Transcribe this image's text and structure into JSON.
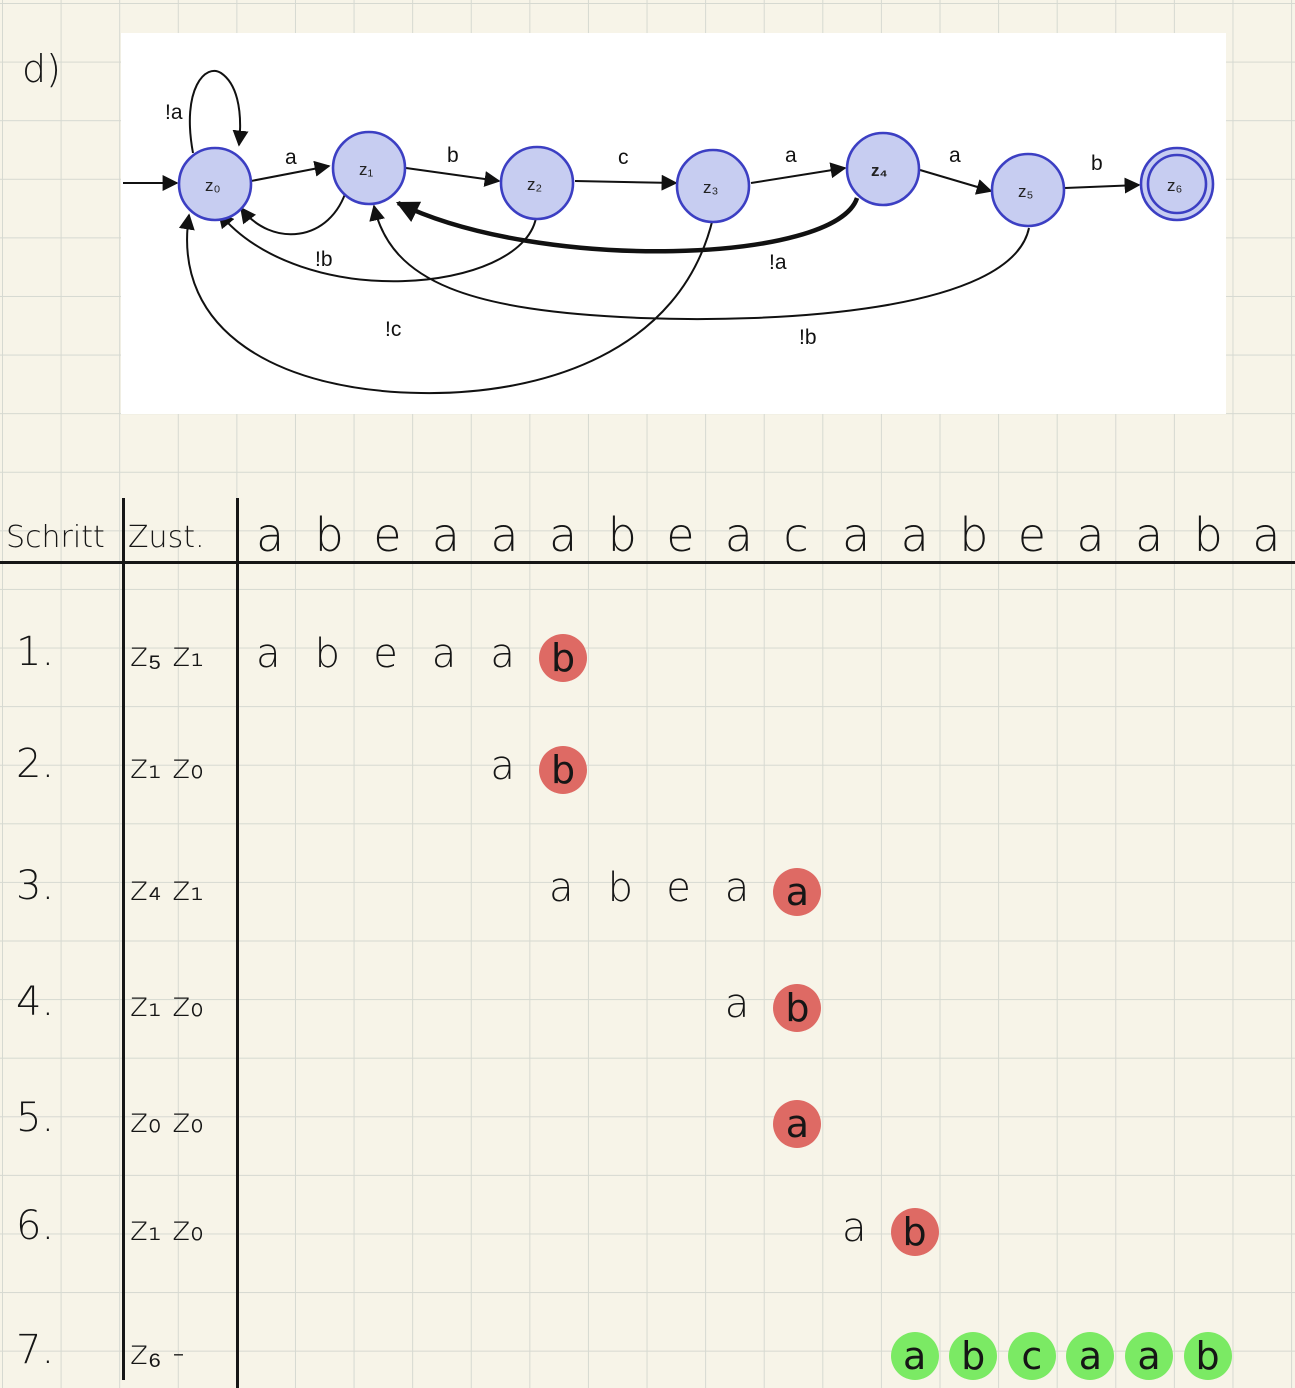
{
  "panel_label": "d)",
  "diagram": {
    "states": [
      {
        "id": "z0",
        "label": "z₀",
        "accepting": false
      },
      {
        "id": "z1",
        "label": "z₁",
        "accepting": false
      },
      {
        "id": "z2",
        "label": "z₂",
        "accepting": false
      },
      {
        "id": "z3",
        "label": "z₃",
        "accepting": false
      },
      {
        "id": "z4",
        "label": "z₄",
        "accepting": false
      },
      {
        "id": "z5",
        "label": "z₅",
        "accepting": false
      },
      {
        "id": "z6",
        "label": "z₆",
        "accepting": true
      }
    ],
    "transitions": [
      {
        "from": "z0",
        "to": "z0",
        "label": "!a"
      },
      {
        "from": "z0",
        "to": "z1",
        "label": "a"
      },
      {
        "from": "z1",
        "to": "z2",
        "label": "b"
      },
      {
        "from": "z2",
        "to": "z3",
        "label": "c"
      },
      {
        "from": "z3",
        "to": "z4",
        "label": "a"
      },
      {
        "from": "z4",
        "to": "z5",
        "label": "a"
      },
      {
        "from": "z5",
        "to": "z6",
        "label": "b"
      },
      {
        "from": "z1",
        "to": "z0",
        "label": "!b"
      },
      {
        "from": "z2",
        "to": "z0",
        "label": "!c"
      },
      {
        "from": "z3",
        "to": "z0",
        "label": ""
      },
      {
        "from": "z4",
        "to": "z1",
        "label": "!a"
      },
      {
        "from": "z5",
        "to": "z1",
        "label": "!b"
      }
    ]
  },
  "table": {
    "headers": {
      "step": "Schritt",
      "state": "Zust."
    },
    "input_symbols": [
      "a",
      "b",
      "e",
      "a",
      "a",
      "a",
      "b",
      "e",
      "a",
      "c",
      "a",
      "a",
      "b",
      "e",
      "a",
      "a",
      "b",
      "a"
    ],
    "rows": [
      {
        "step": "1.",
        "states": "z₅ z₁",
        "marks": [
          {
            "col": 0,
            "char": "a",
            "hl": ""
          },
          {
            "col": 1,
            "char": "b",
            "hl": ""
          },
          {
            "col": 2,
            "char": "e",
            "hl": ""
          },
          {
            "col": 3,
            "char": "a",
            "hl": ""
          },
          {
            "col": 4,
            "char": "a",
            "hl": ""
          },
          {
            "col": 5,
            "char": "b",
            "hl": "red"
          }
        ]
      },
      {
        "step": "2.",
        "states": "z₁ z₀",
        "marks": [
          {
            "col": 4,
            "char": "a",
            "hl": ""
          },
          {
            "col": 5,
            "char": "b",
            "hl": "red"
          }
        ]
      },
      {
        "step": "3.",
        "states": "z₄ z₁",
        "marks": [
          {
            "col": 5,
            "char": "a",
            "hl": ""
          },
          {
            "col": 6,
            "char": "b",
            "hl": ""
          },
          {
            "col": 7,
            "char": "e",
            "hl": ""
          },
          {
            "col": 8,
            "char": "a",
            "hl": ""
          },
          {
            "col": 9,
            "char": "a",
            "hl": "red"
          }
        ]
      },
      {
        "step": "4.",
        "states": "z₁ z₀",
        "marks": [
          {
            "col": 8,
            "char": "a",
            "hl": ""
          },
          {
            "col": 9,
            "char": "b",
            "hl": "red"
          }
        ]
      },
      {
        "step": "5.",
        "states": "z₀ z₀",
        "marks": [
          {
            "col": 9,
            "char": "a",
            "hl": "red"
          }
        ]
      },
      {
        "step": "6.",
        "states": "z₁ z₀",
        "marks": [
          {
            "col": 10,
            "char": "a",
            "hl": ""
          },
          {
            "col": 11,
            "char": "b",
            "hl": "red"
          }
        ]
      },
      {
        "step": "7.",
        "states": "z₆  -",
        "marks": [
          {
            "col": 11,
            "char": "a",
            "hl": "green"
          },
          {
            "col": 12,
            "char": "b",
            "hl": "green"
          },
          {
            "col": 13,
            "char": "c",
            "hl": "green"
          },
          {
            "col": 14,
            "char": "a",
            "hl": "green"
          },
          {
            "col": 15,
            "char": "a",
            "hl": "green"
          },
          {
            "col": 16,
            "char": "b",
            "hl": "green"
          }
        ]
      }
    ]
  },
  "colors": {
    "highlight_red": "#de6a64",
    "highlight_green": "#7bea64",
    "state_fill": "#c7cdf1",
    "state_stroke": "#3c3fc3"
  }
}
